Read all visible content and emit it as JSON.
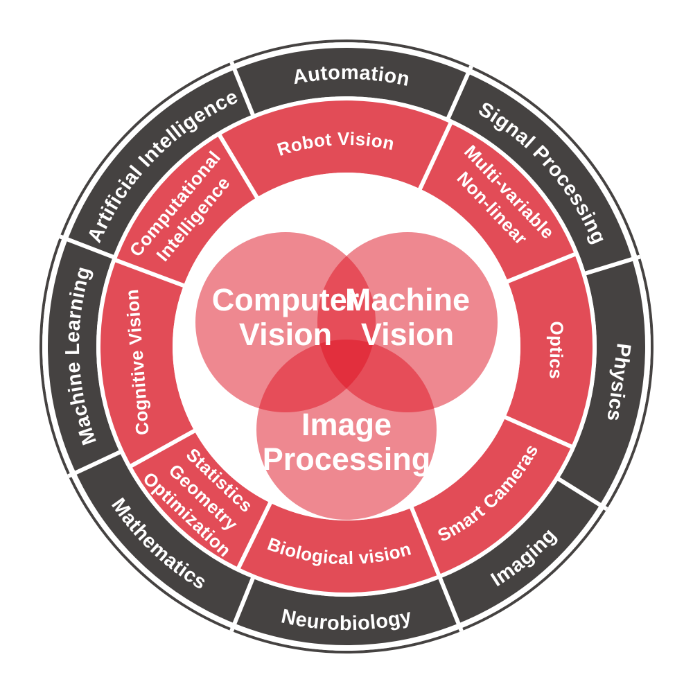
{
  "colors": {
    "background": "#ffffff",
    "outer_ring": "#454241",
    "inner_ring": "#e24c57",
    "venn_fill": "rgba(222,17,34,0.5)",
    "divider": "#ffffff",
    "label_text": "#ffffff"
  },
  "diagram": {
    "outer_ring": {
      "segments": [
        {
          "label": "Automation"
        },
        {
          "label": "Signal Processing"
        },
        {
          "label": "Physics"
        },
        {
          "label": "Imaging"
        },
        {
          "label": "Neurobiology"
        },
        {
          "label": "Mathematics"
        },
        {
          "label": "Machine Learning"
        },
        {
          "label": "Artificial Intelligence"
        }
      ]
    },
    "inner_ring": {
      "segments": [
        {
          "lines": [
            "Robot Vision"
          ]
        },
        {
          "lines": [
            "Multi-variable",
            "Non-linear"
          ]
        },
        {
          "lines": [
            "Optics"
          ]
        },
        {
          "lines": [
            "Smart Cameras"
          ]
        },
        {
          "lines": [
            "Biological vision"
          ]
        },
        {
          "lines": [
            "Statistics",
            "Geometry",
            "Optimization"
          ]
        },
        {
          "lines": [
            "Cognitive Vision"
          ]
        },
        {
          "lines": [
            "Computational",
            "Intelligence"
          ]
        }
      ]
    },
    "venn": {
      "sets": [
        {
          "lines": [
            "Computer",
            "Vision"
          ]
        },
        {
          "lines": [
            "Machine",
            "Vision"
          ]
        },
        {
          "lines": [
            "Image",
            "Processing"
          ]
        }
      ]
    }
  }
}
